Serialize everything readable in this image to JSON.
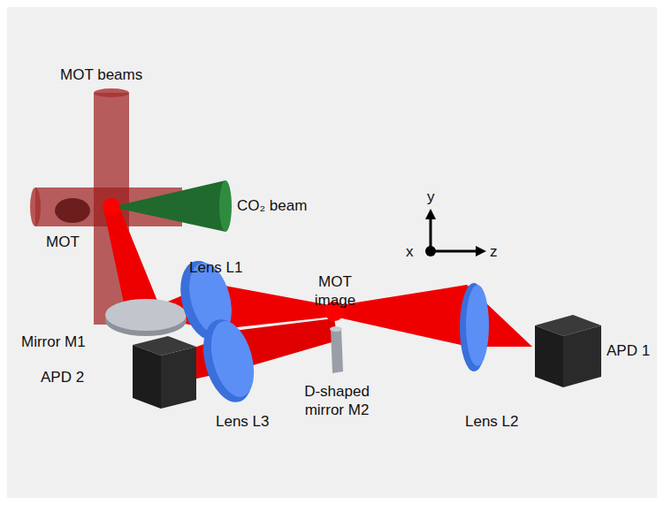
{
  "diagram": {
    "labels": [
      "MOT beams",
      "CO₂ beam",
      "MOT",
      "Lens L1",
      "MOT image",
      "Mirror M1",
      "APD 2",
      "Lens L3",
      "D-shaped mirror M2",
      "Lens L2",
      "APD 1",
      "y",
      "x",
      "z"
    ]
  }
}
